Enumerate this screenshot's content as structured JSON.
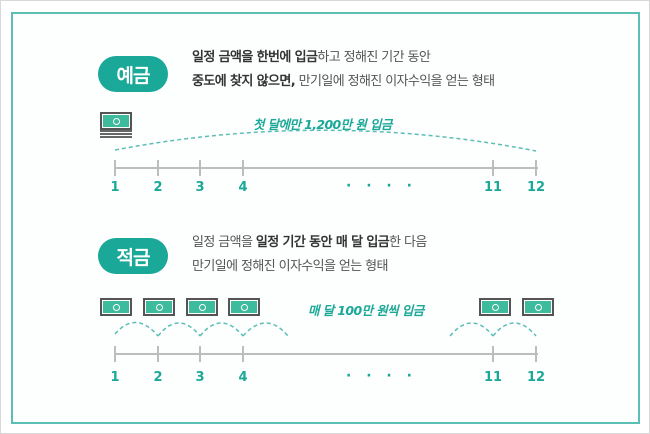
{
  "deposit": {
    "badge": "예금",
    "line1_bold": "일정 금액을 한번에 입금",
    "line1_rest": "하고 정해진 기간 동안",
    "line2_bold": "중도에 찾지 않으면,",
    "line2_rest": " 만기일에 정해진 이자수익을 얻는 형태",
    "caption": "첫 달에만 1,200만 원 입금",
    "icon": "stacked-banknotes-icon"
  },
  "savings": {
    "badge": "적금",
    "line1_pre": "일정 금액을 ",
    "line1_bold": "일정 기간 동안 매 달 입금",
    "line1_rest": "한 다음",
    "line2": "만기일에 정해진 이자수익을 얻는 형태",
    "caption": "매 달 100만 원씩 입금",
    "icon": "banknote-icon"
  },
  "timeline": {
    "labels": [
      "1",
      "2",
      "3",
      "4",
      "11",
      "12"
    ],
    "ellipsis": "· · · ·"
  },
  "colors": {
    "accent": "#1aa898",
    "frame": "#5cbfb6",
    "axis": "#bdbdbd",
    "text": "#555555"
  }
}
